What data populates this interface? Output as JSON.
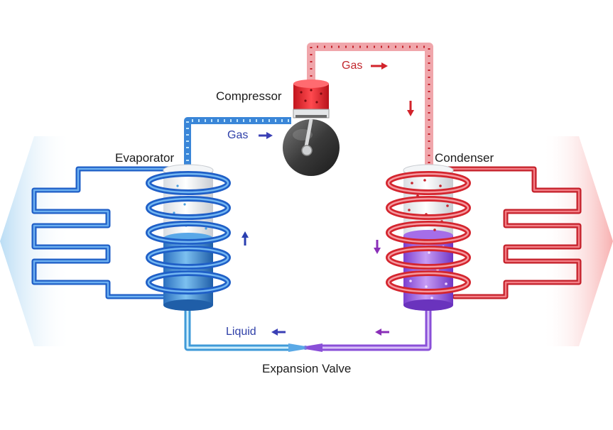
{
  "labels": {
    "compressor": "Compressor",
    "evaporator": "Evaporator",
    "condenser": "Condenser",
    "expansion_valve": "Expansion Valve",
    "gas_top": "Gas",
    "gas_left": "Gas",
    "liquid": "Liquid"
  },
  "colors": {
    "cold": "#2a6fd6",
    "hot": "#e0353c",
    "liquid_purple": "#8a4fd8",
    "text_dark": "#1c1c1c",
    "text_blue": "#2e3fa8",
    "text_red": "#c2272d"
  }
}
